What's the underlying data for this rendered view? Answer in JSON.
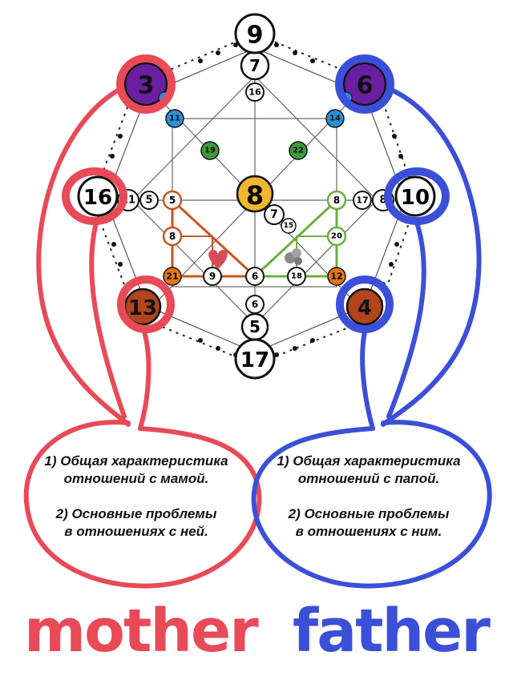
{
  "matrix": {
    "top": "9",
    "top_2": "7",
    "top_3": "16",
    "center": "8",
    "bottom": "17",
    "bottom_2": "5",
    "bottom_3": "6",
    "upper_left": "3",
    "upper_right": "6",
    "left": "16",
    "left_2": "21",
    "left_3": "5",
    "right": "10",
    "right_2": "17",
    "right_3": "8",
    "lower_left": "13",
    "lower_right": "4",
    "diag_ul_1": "11",
    "diag_ul_2": "19",
    "diag_ur_1": "14",
    "diag_ur_2": "22",
    "left_tri_top": "5",
    "left_tri_mid": "8",
    "left_tri_bottom": "21",
    "left_tri_b2": "9",
    "right_tri_top": "8",
    "right_tri_mid": "20",
    "right_tri_bottom": "12",
    "right_tri_b2": "18",
    "center_bottom": "6",
    "center_small_1": "7",
    "center_small_2": "15"
  },
  "mother": {
    "label": "mother",
    "color": "#e84a57",
    "note_line1a": "1) Общая характеристика",
    "note_line1b": "отношений с мамой.",
    "note_line2a": "2) Основные проблемы",
    "note_line2b": "в отношениях с ней."
  },
  "father": {
    "label": "father",
    "color": "#3b4fd8",
    "note_line1a": "1) Общая характеристика",
    "note_line1b": "отношений с папой.",
    "note_line2a": "2) Основные проблемы",
    "note_line2b": "в отношениях с ним."
  },
  "colors": {
    "purple": "#6a1fa0",
    "blue_node": "#2a8fd6",
    "green_node": "#3e9a3a",
    "yellow_node": "#f2b630",
    "orange_node": "#e8741a",
    "brown_node": "#b3441c",
    "left_triangle": "#c9551f",
    "right_triangle": "#6ab03c"
  },
  "icons": [
    "heart-icon",
    "money-icon"
  ]
}
